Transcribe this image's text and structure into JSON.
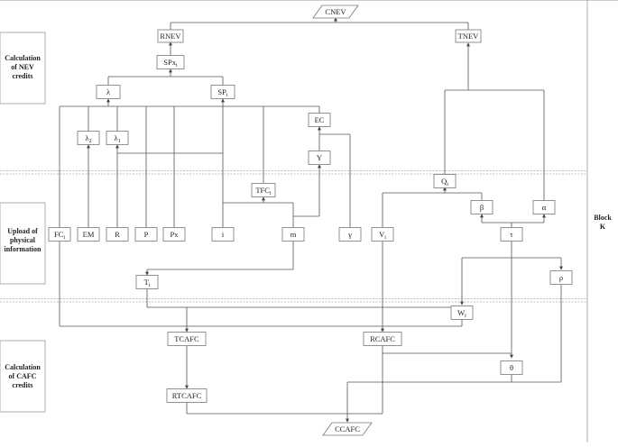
{
  "diagram": {
    "block_label": [
      "Block",
      "K"
    ],
    "sections": [
      {
        "id": "nev",
        "lines": [
          "Calculation",
          "of NEV",
          "credits"
        ]
      },
      {
        "id": "upload",
        "lines": [
          "Upload of",
          "physical",
          "information"
        ]
      },
      {
        "id": "cafc",
        "lines": [
          "Calculation",
          "of CAFC",
          "credits"
        ]
      }
    ],
    "nodes": {
      "CNEV": {
        "main": "CNEV",
        "shape": "parallelogram"
      },
      "RNEV": {
        "main": "RNEV"
      },
      "TNEV": {
        "main": "TNEV"
      },
      "SPXI": {
        "main": "SPx",
        "sub": "i"
      },
      "LAMBDA": {
        "main": "λ"
      },
      "SPI": {
        "main": "SP",
        "sub": "i"
      },
      "L2": {
        "main": "λ",
        "sub": "2"
      },
      "L1": {
        "main": "λ",
        "sub": "1"
      },
      "EC": {
        "main": "EC"
      },
      "Y": {
        "main": "Y"
      },
      "TFC": {
        "main": "TFC",
        "sub": "i"
      },
      "QI": {
        "main": "Q",
        "sub": "i"
      },
      "BETA": {
        "main": "β"
      },
      "ALPHA": {
        "main": "α"
      },
      "FC": {
        "main": "FC",
        "sub": "i"
      },
      "EM": {
        "main": "EM"
      },
      "R": {
        "main": "R"
      },
      "P": {
        "main": "P"
      },
      "PX": {
        "main": "Px"
      },
      "I": {
        "main": "i"
      },
      "M": {
        "main": "m"
      },
      "GAMMA": {
        "main": "γ"
      },
      "VI": {
        "main": "V",
        "sub": "i"
      },
      "TAU": {
        "main": "τ"
      },
      "TI": {
        "main": "T",
        "sub": "i"
      },
      "RHO": {
        "main": "ρ"
      },
      "WI": {
        "main": "W",
        "sub": "i"
      },
      "TCAFC": {
        "main": "TCAFC"
      },
      "RCAFC": {
        "main": "RCAFC"
      },
      "THETA": {
        "main": "θ"
      },
      "RTCAFC": {
        "main": "RTCAFC"
      },
      "CCAFC": {
        "main": "CCAFC",
        "shape": "parallelogram"
      }
    }
  }
}
